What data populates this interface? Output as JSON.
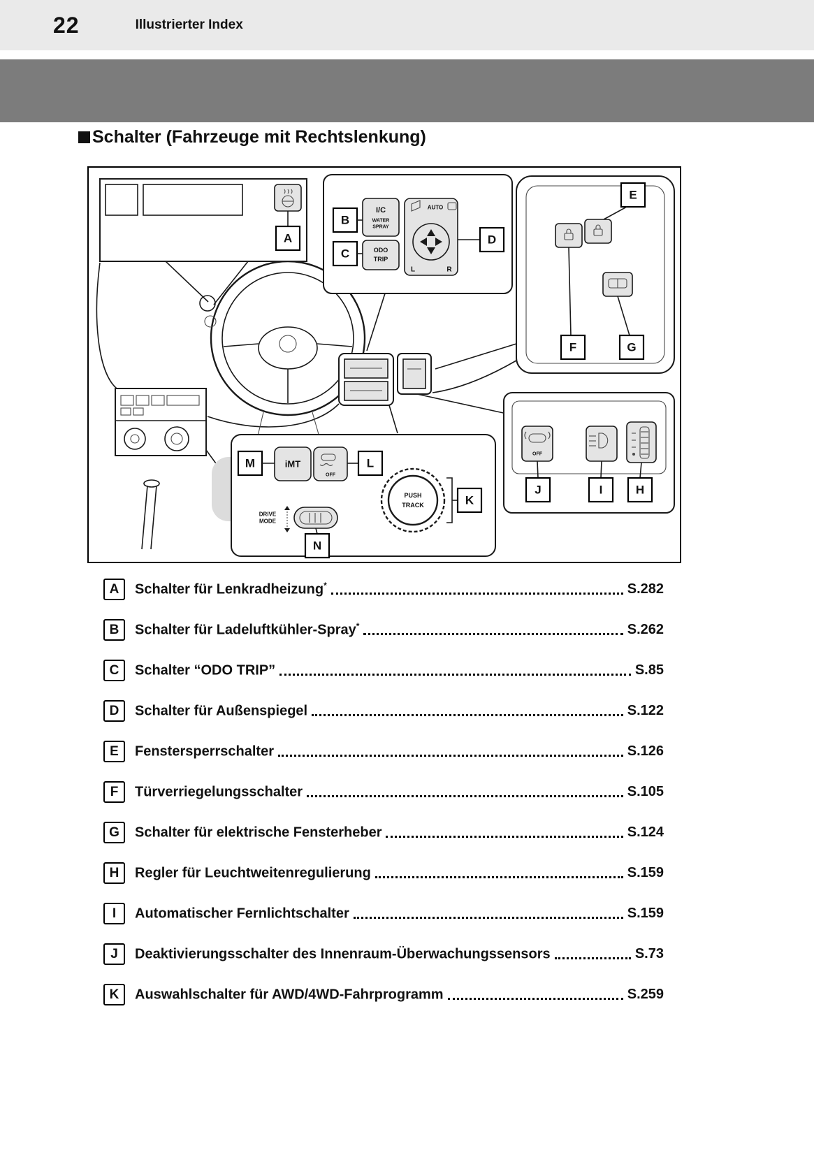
{
  "header": {
    "page_number": "22",
    "section_title": "Illustrierter Index"
  },
  "section": {
    "heading": "Schalter (Fahrzeuge mit Rechtslenkung)"
  },
  "diagram": {
    "callouts": {
      "a": "A",
      "b": "B",
      "c": "C",
      "d": "D",
      "e": "E",
      "f": "F",
      "g": "G",
      "h": "H",
      "i": "I",
      "j": "J",
      "k": "K",
      "l": "L",
      "m": "M",
      "n": "N"
    },
    "controls": {
      "intercooler_line1": "I/C",
      "intercooler_line2": "WATER",
      "intercooler_line3": "SPRAY",
      "odo_line1": "ODO",
      "odo_line2": "TRIP",
      "mirror_auto": "AUTO",
      "mirror_left": "L",
      "mirror_right": "R",
      "imt": "iMT",
      "vsc_off": "OFF",
      "drive_mode_line1": "DRIVE",
      "drive_mode_line2": "MODE",
      "awd_knob_line1": "PUSH",
      "awd_knob_line2": "TRACK",
      "intrusion_off": "OFF"
    }
  },
  "index_items": [
    {
      "letter": "A",
      "label": "Schalter für Lenkradheizung",
      "suffix": "*",
      "page": "S.282"
    },
    {
      "letter": "B",
      "label": "Schalter für Ladeluftkühler-Spray",
      "suffix": "*",
      "page": "S.262"
    },
    {
      "letter": "C",
      "label": "Schalter “ODO TRIP”",
      "suffix": "",
      "page": "S.85"
    },
    {
      "letter": "D",
      "label": "Schalter für Außenspiegel",
      "suffix": "",
      "page": "S.122"
    },
    {
      "letter": "E",
      "label": "Fenstersperrschalter",
      "suffix": "",
      "page": "S.126"
    },
    {
      "letter": "F",
      "label": "Türverriegelungsschalter",
      "suffix": "",
      "page": "S.105"
    },
    {
      "letter": "G",
      "label": "Schalter für elektrische Fensterheber",
      "suffix": "",
      "page": "S.124"
    },
    {
      "letter": "H",
      "label": "Regler für Leuchtweitenregulierung",
      "suffix": "",
      "page": "S.159"
    },
    {
      "letter": "I",
      "label": "Automatischer Fernlichtschalter",
      "suffix": "",
      "page": "S.159"
    },
    {
      "letter": "J",
      "label": "Deaktivierungsschalter des Innenraum-Überwachungssensors",
      "suffix": "",
      "page": "S.73"
    },
    {
      "letter": "K",
      "label": "Auswahlschalter für AWD/4WD-Fahrprogramm",
      "suffix": "",
      "page": "S.259"
    }
  ]
}
